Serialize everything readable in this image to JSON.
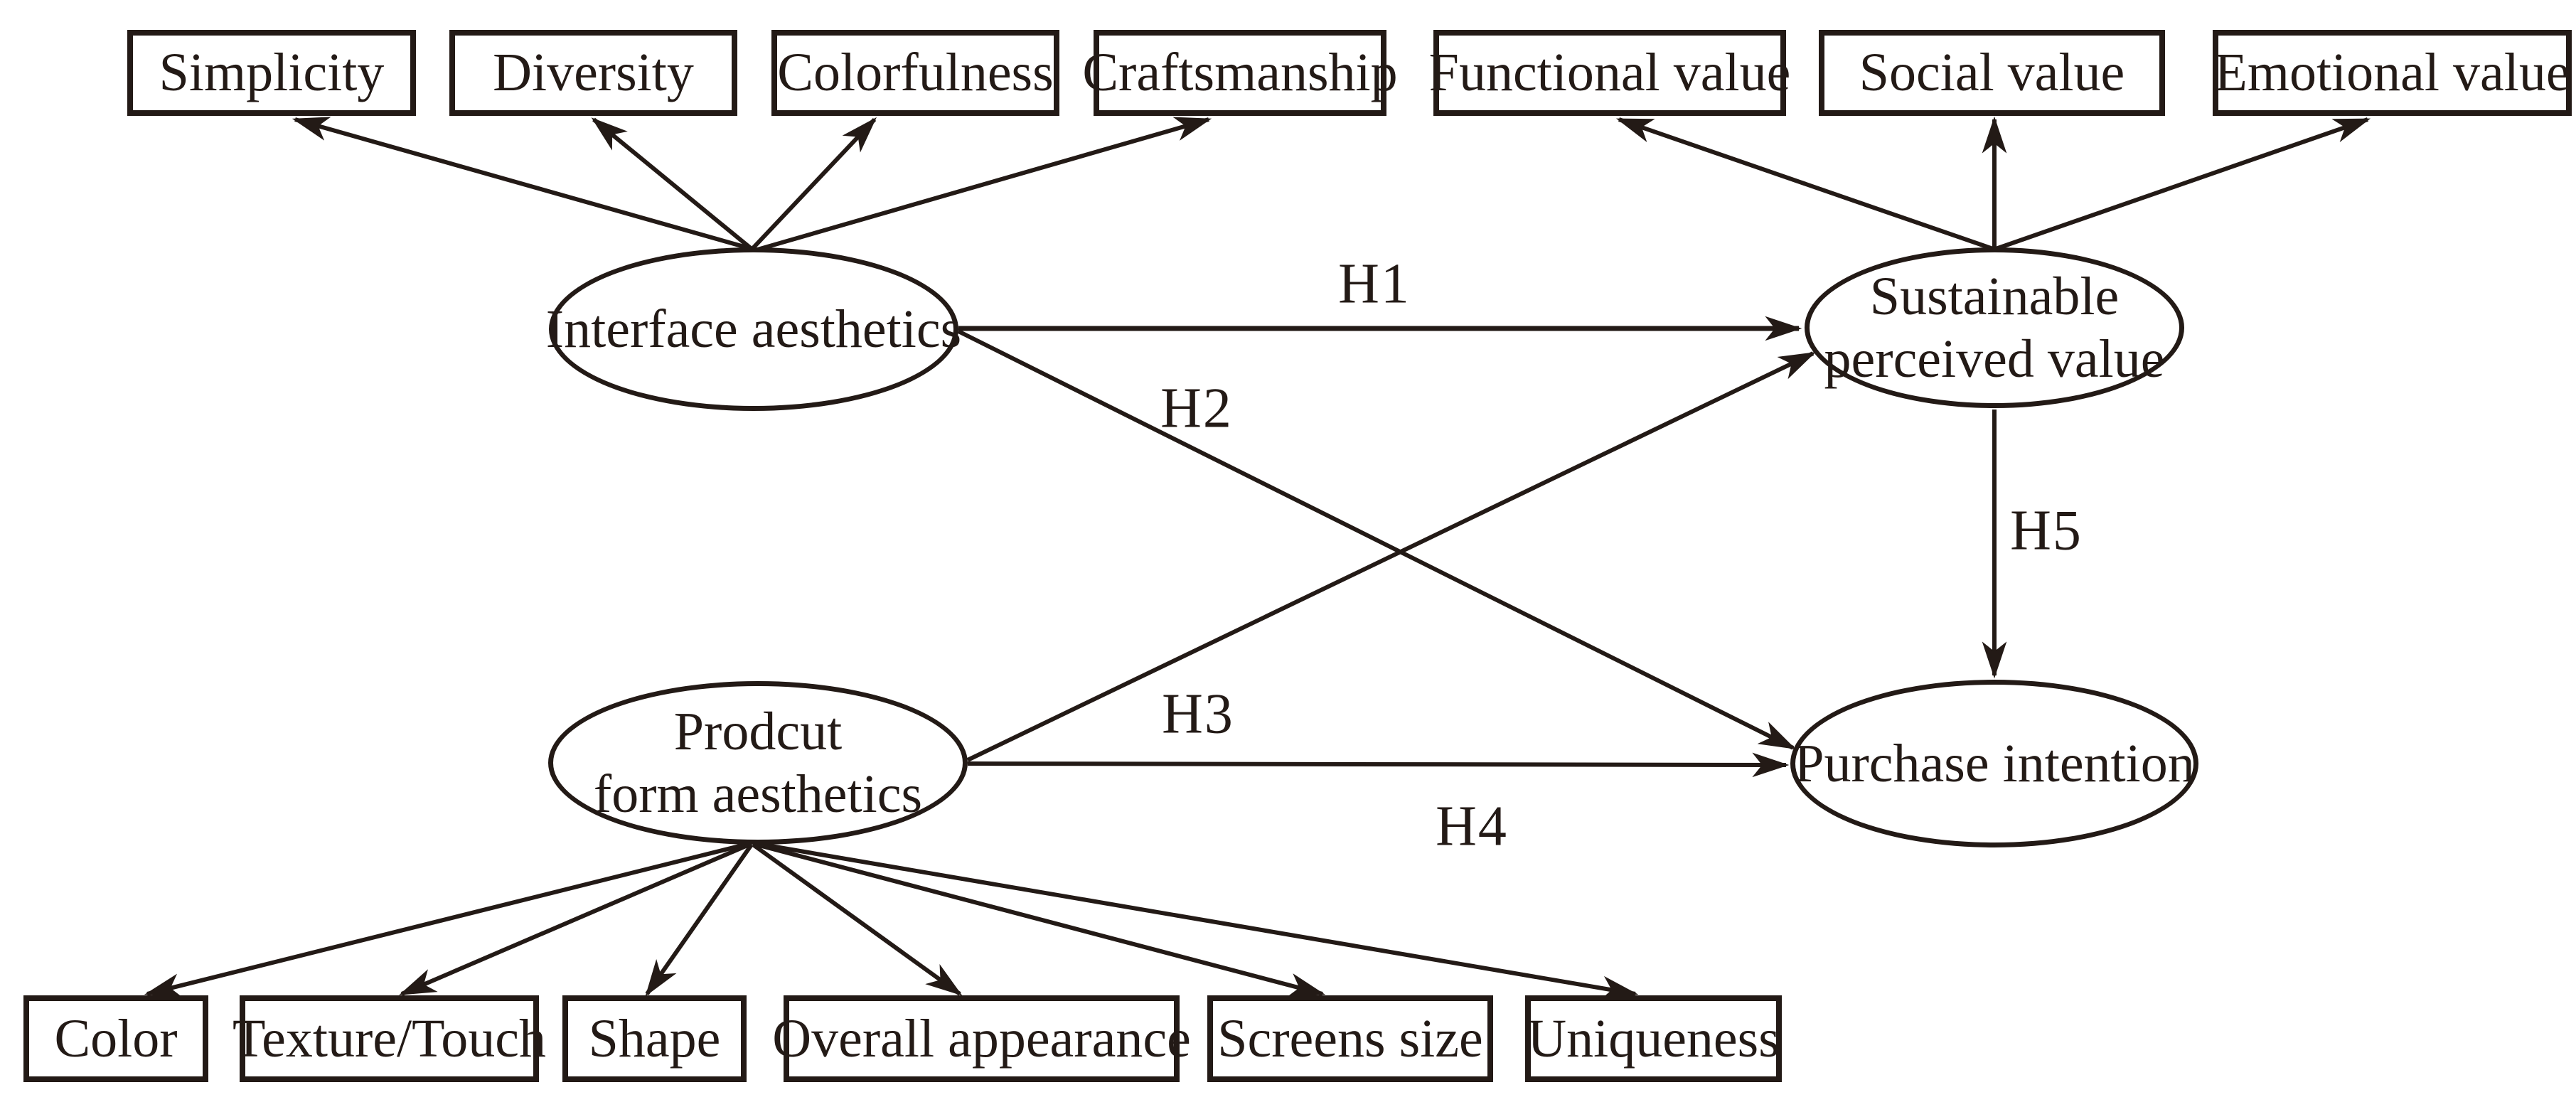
{
  "figure": {
    "type": "structural-equation-model-path-diagram",
    "nodes": {
      "latent": [
        {
          "id": "interface-aesthetics",
          "label": "Interface aesthetics"
        },
        {
          "id": "product-form-aesthetics",
          "line1": "Prodcut",
          "line2": "form aesthetics"
        },
        {
          "id": "sustainable-perceived-value",
          "line1": "Sustainable",
          "line2": "perceived value"
        },
        {
          "id": "purchase-intention",
          "label": "Purchase intention"
        }
      ],
      "interface_indicators": [
        "Simplicity",
        "Diversity",
        "Colorfulness",
        "Craftsmanship"
      ],
      "sustainable_indicators": [
        "Functional value",
        "Social value",
        "Emotional value"
      ],
      "product_indicators": [
        "Color",
        "Texture/Touch",
        "Shape",
        "Overall appearance",
        "Screens size",
        "Uniqueness"
      ]
    },
    "hypotheses": [
      {
        "label": "H1",
        "from": "Interface aesthetics",
        "to": "Sustainable perceived value"
      },
      {
        "label": "H2",
        "from": "Interface aesthetics",
        "to": "Purchase intention"
      },
      {
        "label": "H3",
        "from": "Prodcut form aesthetics",
        "to": "Sustainable perceived value"
      },
      {
        "label": "H4",
        "from": "Prodcut form aesthetics",
        "to": "Purchase intention"
      },
      {
        "label": "H5",
        "from": "Sustainable perceived value",
        "to": "Purchase intention"
      }
    ],
    "colors": {
      "ink": "#231a16",
      "background": "#ffffff"
    }
  }
}
